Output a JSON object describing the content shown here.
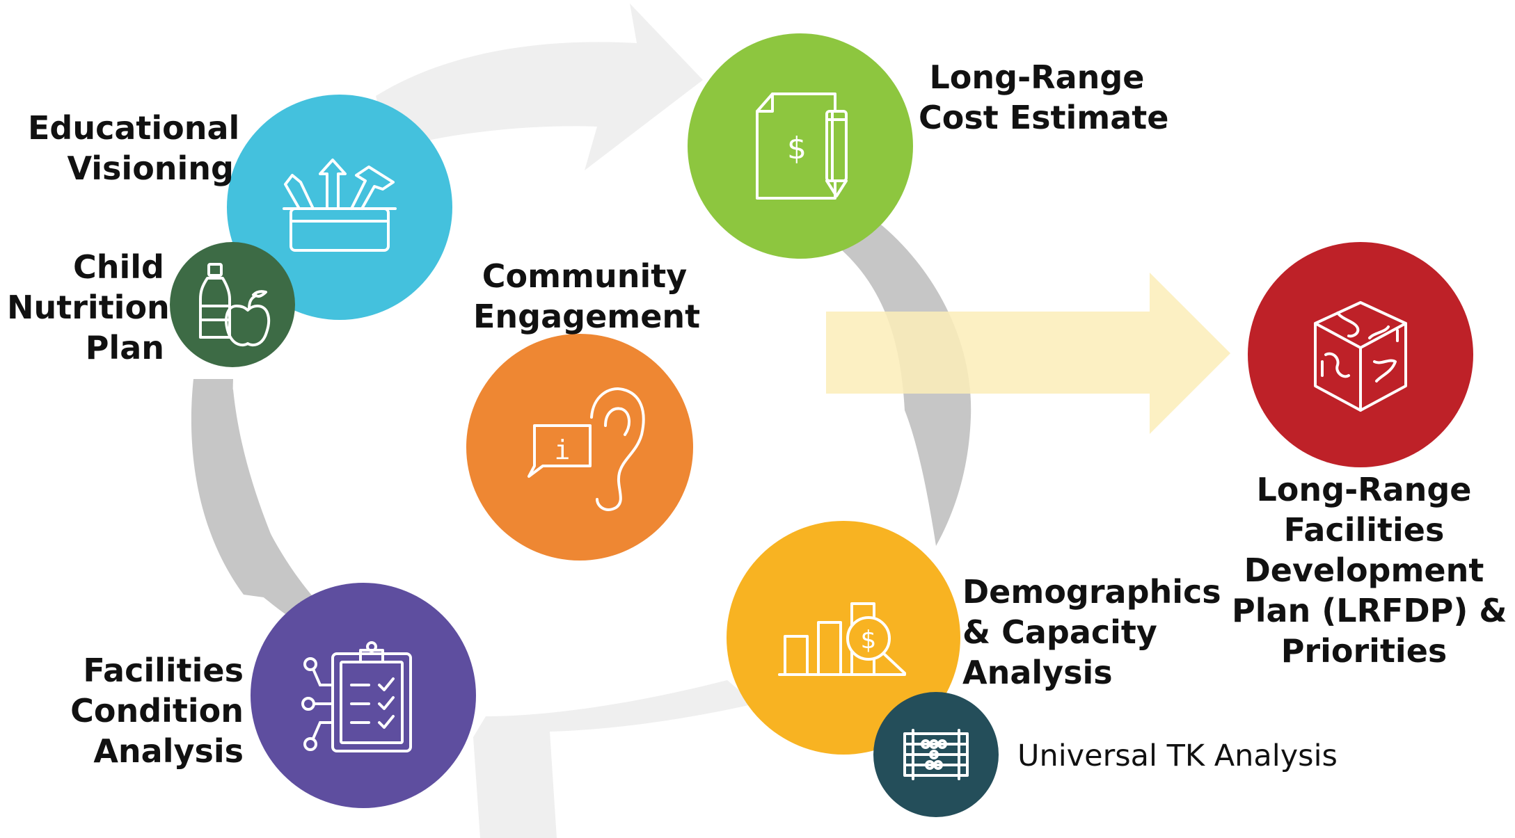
{
  "colors": {
    "cycle_arrow_light": "#efefef",
    "cycle_arrow_dark": "#c6c6c6",
    "result_arrow": "#fcedb8",
    "educational_visioning": "#44c1dd",
    "child_nutrition": "#3d6b45",
    "long_range_cost": "#8dc63f",
    "community_engagement": "#ee8733",
    "demographics": "#f8b322",
    "universal_tk": "#244e5a",
    "facilities_condition": "#5e4e9f",
    "lrfdp": "#be2128"
  },
  "nodes": {
    "educational_visioning": {
      "lines": [
        "Educational",
        "Visioning"
      ],
      "icon": "toolbox-icon"
    },
    "child_nutrition": {
      "lines": [
        "Child",
        "Nutrition",
        "Plan"
      ],
      "icon": "bottle-apple-icon"
    },
    "long_range_cost": {
      "lines": [
        "Long-Range",
        "Cost Estimate"
      ],
      "icon": "dollar-document-pencil-icon"
    },
    "community_engagement": {
      "lines": [
        "Community",
        "Engagement"
      ],
      "icon": "ear-info-icon"
    },
    "demographics": {
      "lines": [
        "Demographics",
        "& Capacity",
        "Analysis"
      ],
      "icon": "bar-chart-dollar-magnifier-icon"
    },
    "universal_tk": {
      "lines": [
        "Universal TK Analysis"
      ],
      "icon": "abacus-icon"
    },
    "facilities_condition": {
      "lines": [
        "Facilities",
        "Condition",
        "Analysis"
      ],
      "icon": "clipboard-checklist-icon"
    },
    "lrfdp": {
      "lines": [
        "Long-Range",
        "Facilities",
        "Development",
        "Plan (LRFDP) &",
        "Priorities"
      ],
      "icon": "puzzle-cube-icon"
    }
  }
}
